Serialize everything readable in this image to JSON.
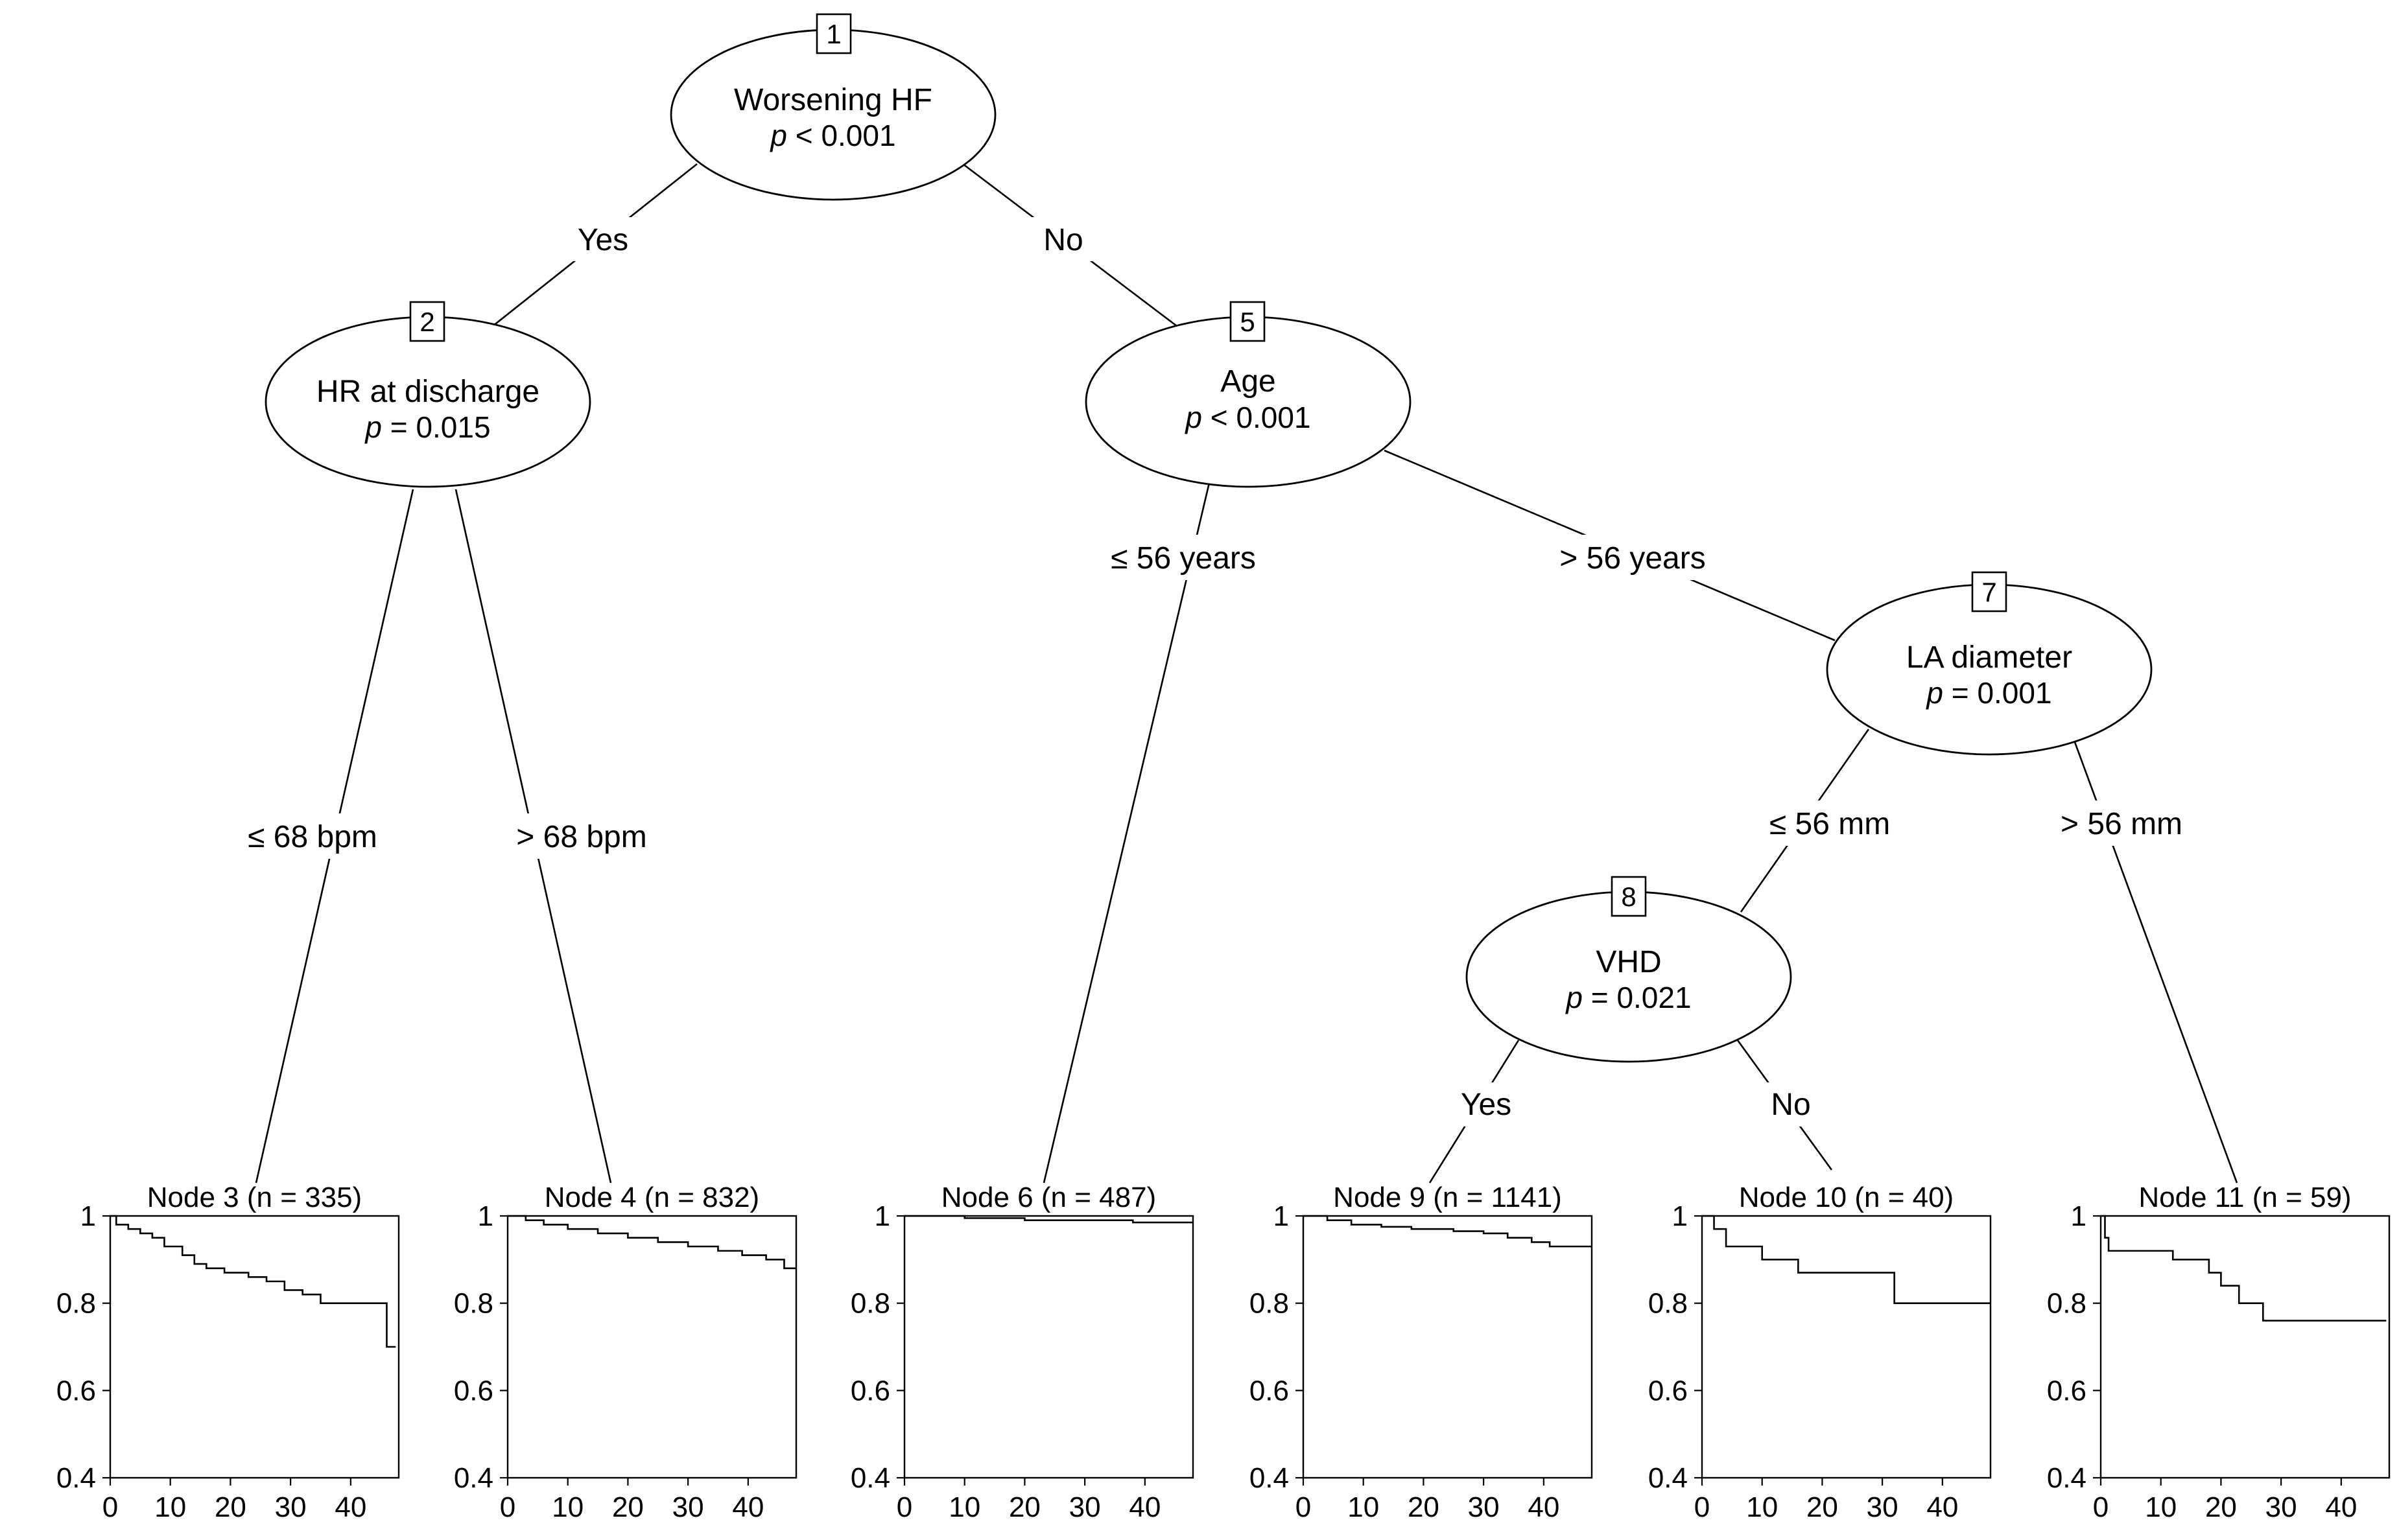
{
  "tree": {
    "inner_nodes": [
      {
        "id": "1",
        "variable": "Worsening HF",
        "p_prefix": "p",
        "p_rest": " < 0.001"
      },
      {
        "id": "2",
        "variable": "HR at discharge",
        "p_prefix": "p",
        "p_rest": " = 0.015"
      },
      {
        "id": "5",
        "variable": "Age",
        "p_prefix": "p",
        "p_rest": " < 0.001"
      },
      {
        "id": "7",
        "variable": "LA diameter",
        "p_prefix": "p",
        "p_rest": " = 0.001"
      },
      {
        "id": "8",
        "variable": "VHD",
        "p_prefix": "p",
        "p_rest": " = 0.021"
      }
    ],
    "edges": [
      {
        "from": "1",
        "to": "2",
        "label": "Yes"
      },
      {
        "from": "1",
        "to": "5",
        "label": "No"
      },
      {
        "from": "2",
        "to": "3",
        "label": "≤ 68 bpm"
      },
      {
        "from": "2",
        "to": "4",
        "label": "> 68 bpm"
      },
      {
        "from": "5",
        "to": "6",
        "label": "≤ 56 years"
      },
      {
        "from": "5",
        "to": "7",
        "label": "> 56 years"
      },
      {
        "from": "7",
        "to": "8",
        "label": "≤ 56 mm"
      },
      {
        "from": "7",
        "to": "11",
        "label": "> 56 mm"
      },
      {
        "from": "8",
        "to": "9",
        "label": "Yes"
      },
      {
        "from": "8",
        "to": "10",
        "label": "No"
      }
    ]
  },
  "chart_data": [
    {
      "type": "line",
      "step": true,
      "title": "Node 3 (n = 335)",
      "xlim": [
        0,
        48
      ],
      "ylim": [
        0.4,
        1.0
      ],
      "xticks": [
        0,
        10,
        20,
        30,
        40
      ],
      "yticks": [
        "1",
        "0.8",
        "0.6",
        "0.4"
      ],
      "x": [
        0,
        1,
        3,
        5,
        7,
        9,
        12,
        14,
        16,
        19,
        23,
        26,
        29,
        32,
        35,
        46,
        47.5
      ],
      "y": [
        1.0,
        0.98,
        0.97,
        0.96,
        0.95,
        0.93,
        0.91,
        0.89,
        0.88,
        0.87,
        0.86,
        0.85,
        0.83,
        0.82,
        0.8,
        0.7,
        0.7
      ]
    },
    {
      "type": "line",
      "step": true,
      "title": "Node 4 (n = 832)",
      "xlim": [
        0,
        48
      ],
      "ylim": [
        0.4,
        1.0
      ],
      "xticks": [
        0,
        10,
        20,
        30,
        40
      ],
      "yticks": [
        "1",
        "0.8",
        "0.6",
        "0.4"
      ],
      "x": [
        0,
        3,
        6,
        10,
        15,
        20,
        25,
        30,
        35,
        39,
        43,
        46,
        48
      ],
      "y": [
        1.0,
        0.99,
        0.98,
        0.97,
        0.96,
        0.95,
        0.94,
        0.93,
        0.92,
        0.91,
        0.9,
        0.88,
        0.88
      ]
    },
    {
      "type": "line",
      "step": true,
      "title": "Node 6 (n = 487)",
      "xlim": [
        0,
        48
      ],
      "ylim": [
        0.4,
        1.0
      ],
      "xticks": [
        0,
        10,
        20,
        30,
        40
      ],
      "yticks": [
        "1",
        "0.8",
        "0.6",
        "0.4"
      ],
      "x": [
        0,
        10,
        20,
        38,
        48
      ],
      "y": [
        1.0,
        0.995,
        0.99,
        0.985,
        0.985
      ]
    },
    {
      "type": "line",
      "step": true,
      "title": "Node 9 (n = 1141)",
      "xlim": [
        0,
        48
      ],
      "ylim": [
        0.4,
        1.0
      ],
      "xticks": [
        0,
        10,
        20,
        30,
        40
      ],
      "yticks": [
        "1",
        "0.8",
        "0.6",
        "0.4"
      ],
      "x": [
        0,
        4,
        8,
        13,
        18,
        25,
        30,
        34,
        38,
        41,
        48
      ],
      "y": [
        1.0,
        0.99,
        0.98,
        0.975,
        0.97,
        0.965,
        0.96,
        0.95,
        0.94,
        0.93,
        0.93
      ]
    },
    {
      "type": "line",
      "step": true,
      "title": "Node 10 (n = 40)",
      "xlim": [
        0,
        48
      ],
      "ylim": [
        0.4,
        1.0
      ],
      "xticks": [
        0,
        10,
        20,
        30,
        40
      ],
      "yticks": [
        "1",
        "0.8",
        "0.6",
        "0.4"
      ],
      "x": [
        0,
        2,
        4,
        10,
        16,
        32,
        48
      ],
      "y": [
        1.0,
        0.97,
        0.93,
        0.9,
        0.87,
        0.8,
        0.8
      ]
    },
    {
      "type": "line",
      "step": true,
      "title": "Node 11 (n = 59)",
      "xlim": [
        0,
        48
      ],
      "ylim": [
        0.4,
        1.0
      ],
      "xticks": [
        0,
        10,
        20,
        30,
        40
      ],
      "yticks": [
        "1",
        "0.8",
        "0.6",
        "0.4"
      ],
      "x": [
        0,
        0.7,
        1.3,
        12,
        18,
        20,
        23,
        27,
        33,
        47.5
      ],
      "y": [
        1.0,
        0.95,
        0.92,
        0.9,
        0.87,
        0.84,
        0.8,
        0.76,
        0.76,
        0.76
      ]
    }
  ]
}
